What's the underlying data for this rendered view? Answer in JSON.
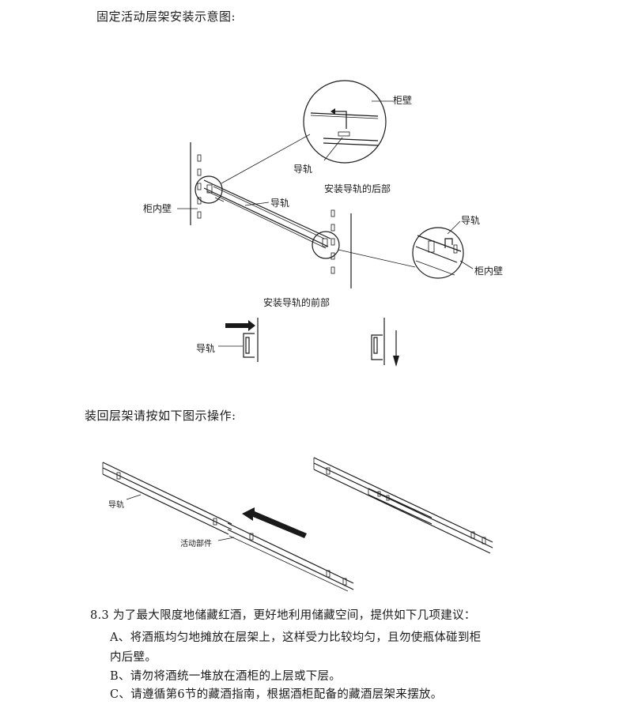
{
  "section1_heading": "固定活动层架安装示意图:",
  "figure1": {
    "label_cabinet_wall_top": "柜壁",
    "label_rail_top": "导轨",
    "label_rail_back_install": "安装导轨的后部",
    "label_inner_wall_left": "柜内壁",
    "label_rail_mid": "导轨",
    "label_rail_right": "导轨",
    "label_inner_wall_right": "柜内壁",
    "label_rail_front_install": "安装导轨的前部",
    "label_rail_bottom": "导轨"
  },
  "section2_heading": "装回层架请按如下图示操作:",
  "figure2": {
    "label_rail": "导轨",
    "label_moving_part": "活动部件"
  },
  "section83": {
    "line1": "8.3  为了最大限度地储藏红酒，更好地利用储藏空间，提供如下几项建议：",
    "itemA_line1": "A、将酒瓶均匀地摊放在层架上，这样受力比较均匀，且勿使瓶体碰到柜",
    "itemA_line2": "内后壁。",
    "itemB": "B、请勿将酒统一堆放在酒柜的上层或下层。",
    "itemC": "C、请遵循第6节的藏酒指南，根据酒柜配备的藏酒层架来摆放。"
  }
}
